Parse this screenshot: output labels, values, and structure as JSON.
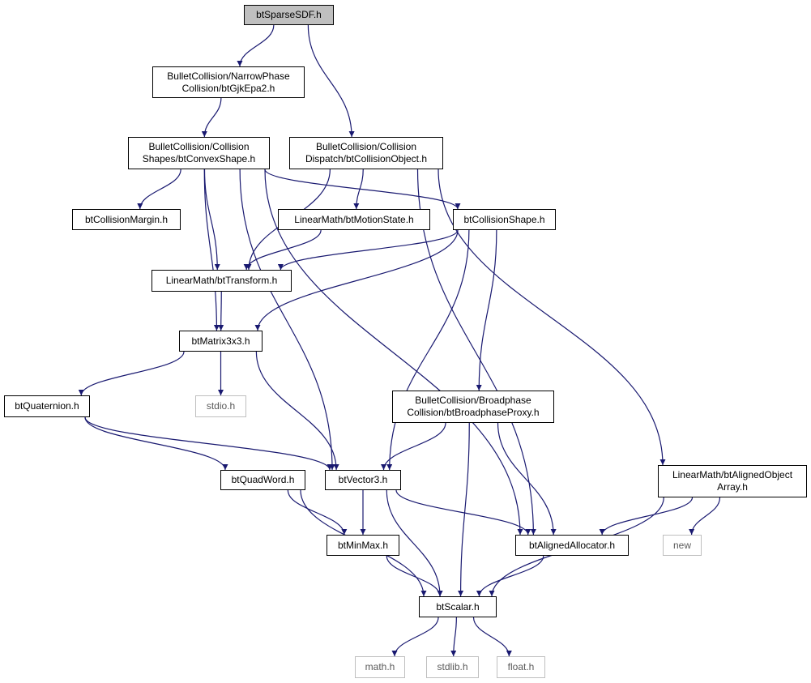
{
  "colors": {
    "edge": "#191970",
    "root_fill": "#bfbfbf",
    "external_border": "#bfbfbf",
    "node_border": "#000000"
  },
  "nodes": [
    {
      "id": "btSparseSDF",
      "lines": [
        "btSparseSDF.h"
      ],
      "kind": "root"
    },
    {
      "id": "btGjkEpa2",
      "lines": [
        "BulletCollision/NarrowPhase",
        "Collision/btGjkEpa2.h"
      ],
      "kind": "normal"
    },
    {
      "id": "btConvexShape",
      "lines": [
        "BulletCollision/Collision",
        "Shapes/btConvexShape.h"
      ],
      "kind": "normal"
    },
    {
      "id": "btCollisionObject",
      "lines": [
        "BulletCollision/Collision",
        "Dispatch/btCollisionObject.h"
      ],
      "kind": "normal"
    },
    {
      "id": "btCollisionMargin",
      "lines": [
        "btCollisionMargin.h"
      ],
      "kind": "normal"
    },
    {
      "id": "btMotionState",
      "lines": [
        "LinearMath/btMotionState.h"
      ],
      "kind": "normal"
    },
    {
      "id": "btCollisionShape",
      "lines": [
        "btCollisionShape.h"
      ],
      "kind": "normal"
    },
    {
      "id": "btTransform",
      "lines": [
        "LinearMath/btTransform.h"
      ],
      "kind": "normal"
    },
    {
      "id": "btMatrix3x3",
      "lines": [
        "btMatrix3x3.h"
      ],
      "kind": "normal"
    },
    {
      "id": "btQuaternion",
      "lines": [
        "btQuaternion.h"
      ],
      "kind": "normal"
    },
    {
      "id": "stdio",
      "lines": [
        "stdio.h"
      ],
      "kind": "external"
    },
    {
      "id": "btBroadphaseProxy",
      "lines": [
        "BulletCollision/Broadphase",
        "Collision/btBroadphaseProxy.h"
      ],
      "kind": "normal"
    },
    {
      "id": "btAlignedObjectArray",
      "lines": [
        "LinearMath/btAlignedObject",
        "Array.h"
      ],
      "kind": "normal"
    },
    {
      "id": "btQuadWord",
      "lines": [
        "btQuadWord.h"
      ],
      "kind": "normal"
    },
    {
      "id": "btVector3",
      "lines": [
        "btVector3.h"
      ],
      "kind": "normal"
    },
    {
      "id": "btMinMax",
      "lines": [
        "btMinMax.h"
      ],
      "kind": "normal"
    },
    {
      "id": "btAlignedAllocator",
      "lines": [
        "btAlignedAllocator.h"
      ],
      "kind": "normal"
    },
    {
      "id": "new",
      "lines": [
        "new"
      ],
      "kind": "external"
    },
    {
      "id": "btScalar",
      "lines": [
        "btScalar.h"
      ],
      "kind": "normal"
    },
    {
      "id": "math",
      "lines": [
        "math.h"
      ],
      "kind": "external"
    },
    {
      "id": "stdlib",
      "lines": [
        "stdlib.h"
      ],
      "kind": "external"
    },
    {
      "id": "float",
      "lines": [
        "float.h"
      ],
      "kind": "external"
    }
  ],
  "edges": [
    [
      "btSparseSDF",
      "btGjkEpa2"
    ],
    [
      "btSparseSDF",
      "btCollisionObject"
    ],
    [
      "btGjkEpa2",
      "btConvexShape"
    ],
    [
      "btConvexShape",
      "btCollisionMargin"
    ],
    [
      "btConvexShape",
      "btTransform"
    ],
    [
      "btConvexShape",
      "btCollisionShape"
    ],
    [
      "btConvexShape",
      "btMatrix3x3"
    ],
    [
      "btConvexShape",
      "btVector3"
    ],
    [
      "btConvexShape",
      "btAlignedAllocator"
    ],
    [
      "btCollisionObject",
      "btTransform"
    ],
    [
      "btCollisionObject",
      "btMotionState"
    ],
    [
      "btCollisionObject",
      "btAlignedAllocator"
    ],
    [
      "btCollisionObject",
      "btAlignedObjectArray"
    ],
    [
      "btMotionState",
      "btTransform"
    ],
    [
      "btCollisionShape",
      "btTransform"
    ],
    [
      "btCollisionShape",
      "btMatrix3x3"
    ],
    [
      "btCollisionShape",
      "btVector3"
    ],
    [
      "btCollisionShape",
      "btBroadphaseProxy"
    ],
    [
      "btTransform",
      "btMatrix3x3"
    ],
    [
      "btMatrix3x3",
      "btQuaternion"
    ],
    [
      "btMatrix3x3",
      "stdio"
    ],
    [
      "btMatrix3x3",
      "btVector3"
    ],
    [
      "btQuaternion",
      "btQuadWord"
    ],
    [
      "btQuaternion",
      "btVector3"
    ],
    [
      "btBroadphaseProxy",
      "btVector3"
    ],
    [
      "btBroadphaseProxy",
      "btScalar"
    ],
    [
      "btBroadphaseProxy",
      "btAlignedAllocator"
    ],
    [
      "btAlignedObjectArray",
      "btAlignedAllocator"
    ],
    [
      "btAlignedObjectArray",
      "new"
    ],
    [
      "btAlignedObjectArray",
      "btScalar"
    ],
    [
      "btQuadWord",
      "btMinMax"
    ],
    [
      "btQuadWord",
      "btScalar"
    ],
    [
      "btVector3",
      "btMinMax"
    ],
    [
      "btVector3",
      "btAlignedAllocator"
    ],
    [
      "btVector3",
      "btScalar"
    ],
    [
      "btMinMax",
      "btScalar"
    ],
    [
      "btAlignedAllocator",
      "btScalar"
    ],
    [
      "btScalar",
      "math"
    ],
    [
      "btScalar",
      "stdlib"
    ],
    [
      "btScalar",
      "float"
    ]
  ]
}
